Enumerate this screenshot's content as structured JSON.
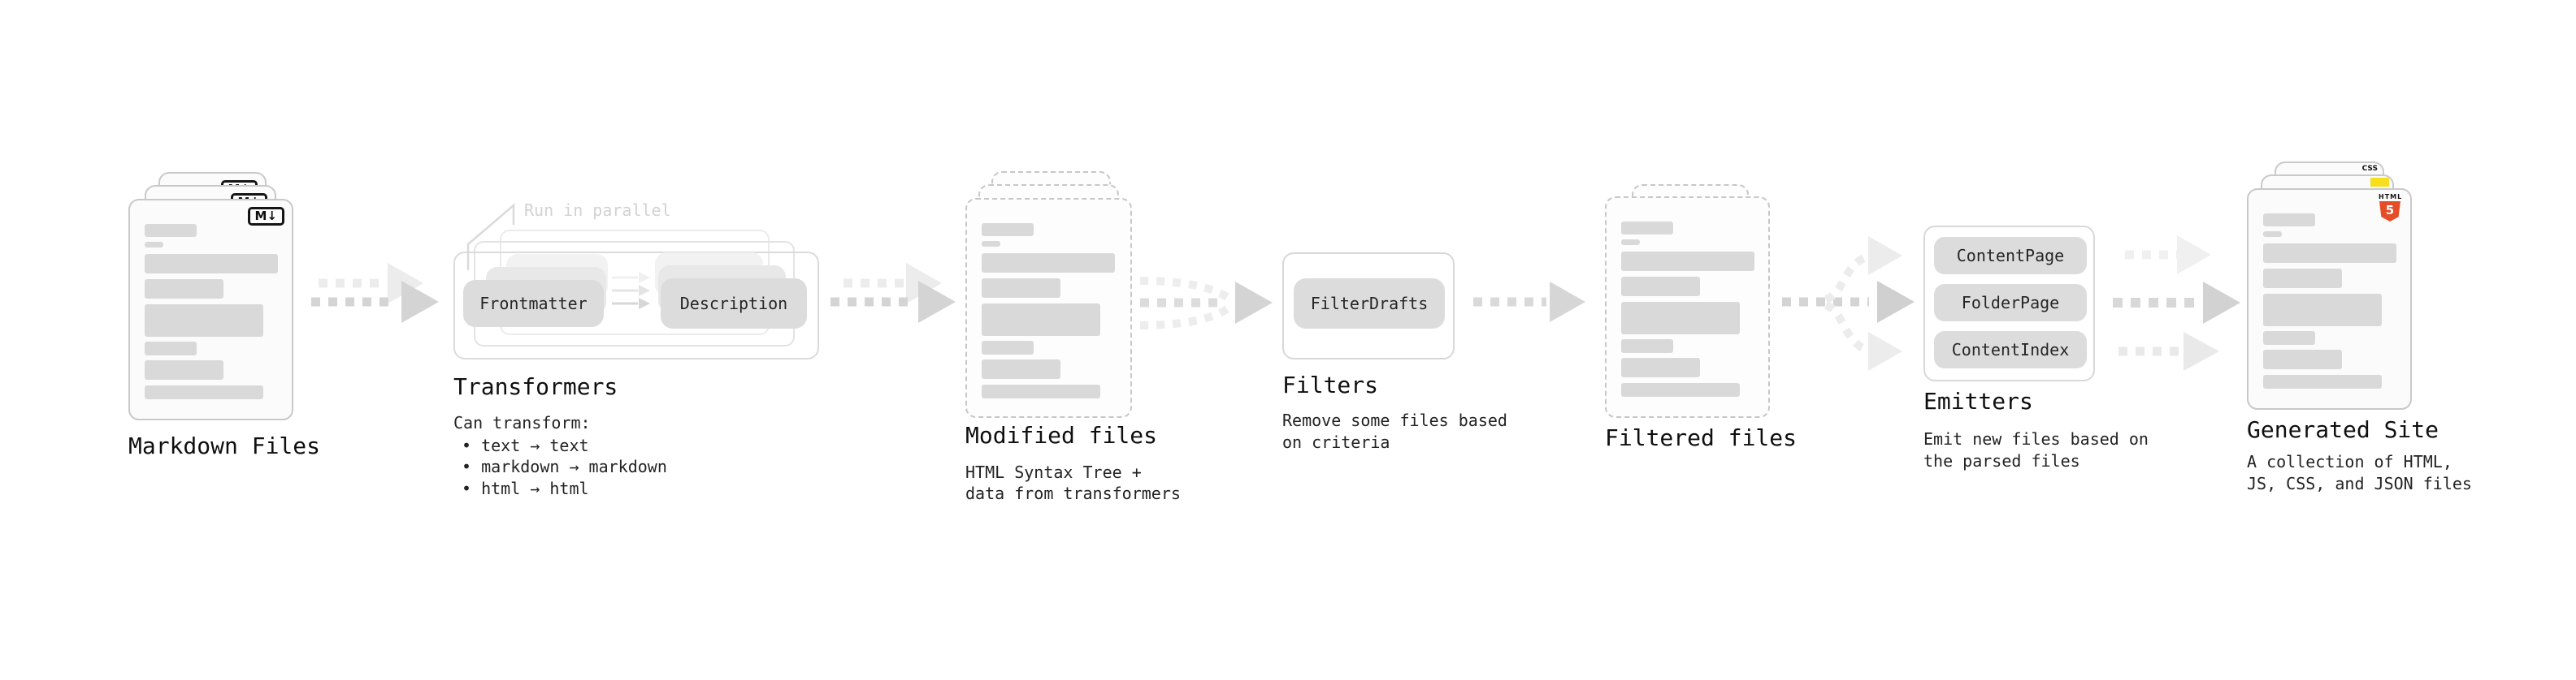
{
  "colors": {
    "bar_gray": "#d9d9d9",
    "arrow_gray": "#d4d4d4",
    "html_orange": "#e44d26",
    "js_yellow": "#f7df1e",
    "css_blue": "#2c63f2"
  },
  "stages": {
    "markdown_files": {
      "title": "Markdown Files",
      "badge": "M↓"
    },
    "transformers": {
      "title": "Transformers",
      "annotation": "Run in parallel",
      "pill_frontmatter": "Frontmatter",
      "pill_description": "Description",
      "desc_heading": "Can transform:",
      "bullet_1": "• text → text",
      "bullet_2": "• markdown → markdown",
      "bullet_3": "• html → html"
    },
    "modified_files": {
      "title": "Modified files",
      "subtitle_1": "HTML Syntax Tree +",
      "subtitle_2": "data from transformers"
    },
    "filters": {
      "title": "Filters",
      "pill": "FilterDrafts",
      "subtitle_1": "Remove some files based",
      "subtitle_2": "on criteria"
    },
    "filtered_files": {
      "title": "Filtered files"
    },
    "emitters": {
      "title": "Emitters",
      "pill_1": "ContentPage",
      "pill_2": "FolderPage",
      "pill_3": "ContentIndex",
      "subtitle_1": "Emit new files based on",
      "subtitle_2": "the parsed files"
    },
    "generated_site": {
      "title": "Generated Site",
      "subtitle_1": "A collection of HTML,",
      "subtitle_2": "JS, CSS, and JSON files",
      "badge_css": "CSS",
      "badge_html_label": "HTML",
      "badge_html_number": "5"
    }
  }
}
